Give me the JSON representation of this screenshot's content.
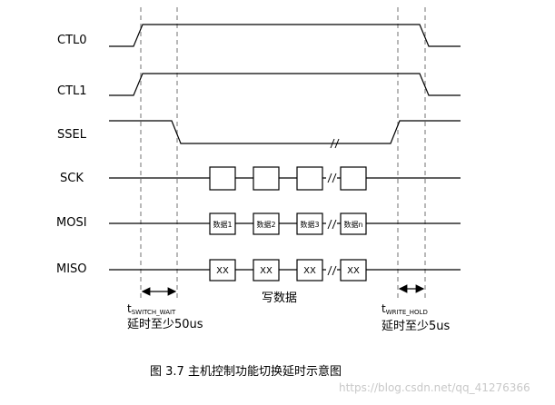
{
  "signals": {
    "ctl0": "CTL0",
    "ctl1": "CTL1",
    "ssel": "SSEL",
    "sck": "SCK",
    "mosi": "MOSI",
    "miso": "MISO"
  },
  "mosi_boxes": [
    "数据1",
    "数据2",
    "数据3",
    "数据n"
  ],
  "miso_boxes": [
    "XX",
    "XX",
    "XX",
    "XX"
  ],
  "timing": {
    "switch_wait": {
      "t": "t",
      "sub": "SWITCH_WAIT",
      "note": "延时至少50us"
    },
    "write_hold": {
      "t": "t",
      "sub": "WRITE_HOLD",
      "note": "延时至少5us"
    }
  },
  "write_label": "写数据",
  "caption": "图 3.7   主机控制功能切换延时示意图",
  "watermark": "https://blog.csdn.net/qq_41276366"
}
